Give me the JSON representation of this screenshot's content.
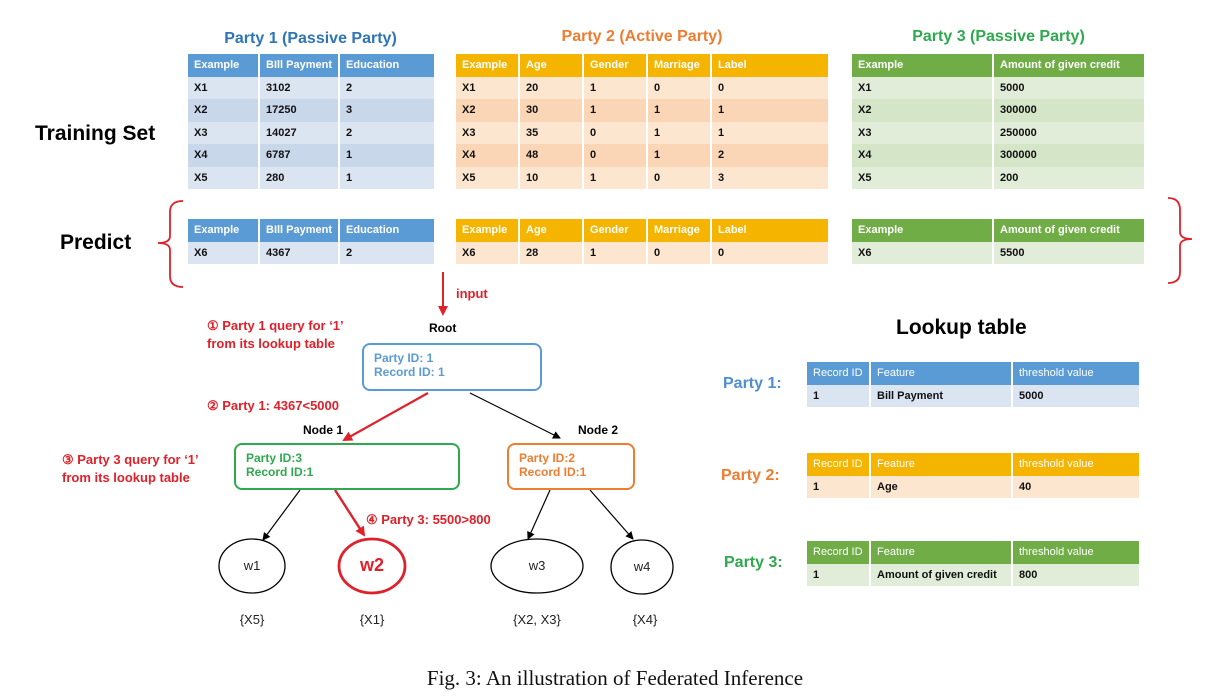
{
  "title_party1": "Party 1 (Passive Party)",
  "title_party2": "Party 2 (Active Party)",
  "title_party3": "Party 3 (Passive Party)",
  "label_training": "Training Set",
  "label_predict": "Predict",
  "train_p1": {
    "header": [
      "Example",
      "BIll Payment",
      "Education"
    ],
    "rows": [
      [
        "X1",
        "3102",
        "2"
      ],
      [
        "X2",
        "17250",
        "3"
      ],
      [
        "X3",
        "14027",
        "2"
      ],
      [
        "X4",
        "6787",
        "1"
      ],
      [
        "X5",
        "280",
        "1"
      ]
    ]
  },
  "train_p2": {
    "header": [
      "Example",
      "Age",
      "Gender",
      "Marriage",
      "Label"
    ],
    "rows": [
      [
        "X1",
        "20",
        "1",
        "0",
        "0"
      ],
      [
        "X2",
        "30",
        "1",
        "1",
        "1"
      ],
      [
        "X3",
        "35",
        "0",
        "1",
        "1"
      ],
      [
        "X4",
        "48",
        "0",
        "1",
        "2"
      ],
      [
        "X5",
        "10",
        "1",
        "0",
        "3"
      ]
    ]
  },
  "train_p3": {
    "header": [
      "Example",
      "Amount of given credit"
    ],
    "rows": [
      [
        "X1",
        "5000"
      ],
      [
        "X2",
        "300000"
      ],
      [
        "X3",
        "250000"
      ],
      [
        "X4",
        "300000"
      ],
      [
        "X5",
        "200"
      ]
    ]
  },
  "pred_p1": {
    "header": [
      "Example",
      "BIll Payment",
      "Education"
    ],
    "rows": [
      [
        "X6",
        "4367",
        "2"
      ]
    ]
  },
  "pred_p2": {
    "header": [
      "Example",
      "Age",
      "Gender",
      "Marriage",
      "Label"
    ],
    "rows": [
      [
        "X6",
        "28",
        "1",
        "0",
        "0"
      ]
    ]
  },
  "pred_p3": {
    "header": [
      "Example",
      "Amount of given credit"
    ],
    "rows": [
      [
        "X6",
        "5500"
      ]
    ]
  },
  "input_label": "input",
  "step1_line1": "① Party 1 query for ‘1’",
  "step1_line2": "from its lookup table",
  "step2": "② Party 1: 4367<5000",
  "step3_line1": "③ Party 3 query for ‘1’",
  "step3_line2": "from its lookup table",
  "step4": "④ Party 3: 5500>800",
  "root_label": "Root",
  "root_line1": "Party ID: 1",
  "root_line2": "Record ID: 1",
  "node1_label": "Node 1",
  "node1_line1": "Party ID:3",
  "node1_line2": "Record ID:1",
  "node2_label": "Node 2",
  "node2_line1": "Party ID:2",
  "node2_line2": "Record ID:1",
  "leaves": [
    "w1",
    "w2",
    "w3",
    "w4"
  ],
  "leaf_sets": [
    "{X5}",
    "{X1}",
    "{X2, X3}",
    "{X4}"
  ],
  "lookup_title": "Lookup table",
  "lookup_party1": "Party 1:",
  "lookup_party2": "Party 2:",
  "lookup_party3": "Party 3:",
  "lookup_header": [
    "Record ID",
    "Feature",
    "threshold value"
  ],
  "lookup_p1_row": [
    "1",
    "Bill Payment",
    "5000"
  ],
  "lookup_p2_row": [
    "1",
    "Age",
    "40"
  ],
  "lookup_p3_row": [
    "1",
    "Amount of given credit",
    "800"
  ],
  "caption": "Fig. 3: An illustration of Federated Inference",
  "colors": {
    "blue": "#5b9bd5",
    "orange": "#f4b400",
    "green": "#70ad47",
    "red": "#e0202a",
    "blue_text": "#4f8fd0",
    "orange_text": "#ed7d31",
    "green_text": "#2fa84f"
  }
}
